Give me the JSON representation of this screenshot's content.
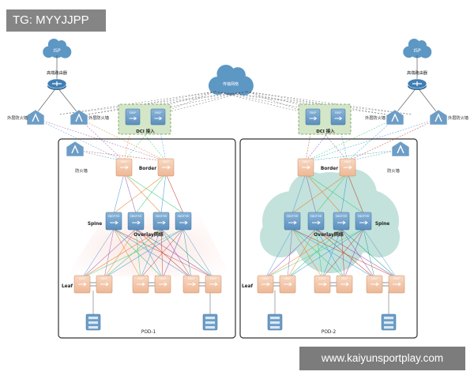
{
  "watermark_tl": "TG: MYYJJPP",
  "watermark_br": "www.kaiyunsportplay.com",
  "colors": {
    "cloud": "#5d97c4",
    "router": "#3f7fb4",
    "orange_device": "#f4c9ac",
    "blue_device": "#6c9dc6",
    "oci_box": "#d4e6c8",
    "pod_cloud": "#b8ddd5",
    "pink_glow": "#f7d3cf"
  },
  "labels": {
    "isp": "ISP",
    "transport_net": "传输网络",
    "edge_router": "高端路由器",
    "ext_firewall": "外层防火墙",
    "oci_access": "DCI 接入",
    "firewall": "防火墙",
    "border": "Border",
    "spine": "Spine",
    "overlay": "Overlay网络",
    "leaf": "Leaf",
    "pod1": "POD-1",
    "pod2": "POD-2",
    "ebgp": "EBGP",
    "ebgp_rr": "EBGP RR"
  }
}
